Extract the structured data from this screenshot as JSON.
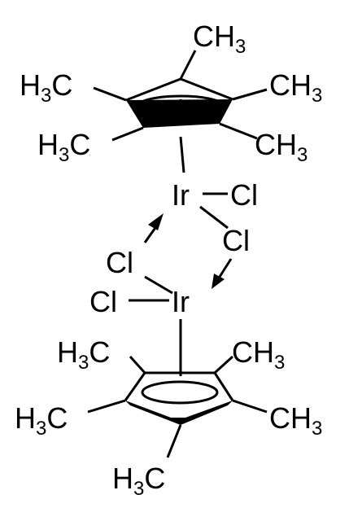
{
  "molecule": {
    "top_ligand": {
      "ch3_top": {
        "main": "CH",
        "sub": "3"
      },
      "ch3_upper_right": {
        "main": "CH",
        "sub": "3"
      },
      "h3c_upper_left": {
        "pre": "H",
        "sub": "3",
        "post": "C"
      },
      "h3c_lower_left": {
        "pre": "H",
        "sub": "3",
        "post": "C"
      },
      "ch3_lower_right": {
        "main": "CH",
        "sub": "3"
      }
    },
    "top_metal": {
      "ir": "Ir",
      "cl_terminal": "Cl",
      "cl_bridge": "Cl"
    },
    "bottom_metal": {
      "ir": "Ir",
      "cl_terminal": "Cl",
      "cl_bridge": "Cl"
    },
    "bottom_ligand": {
      "h3c_upper_left": {
        "pre": "H",
        "sub": "3",
        "post": "C"
      },
      "ch3_upper_right": {
        "main": "CH",
        "sub": "3"
      },
      "h3c_lower_left": {
        "pre": "H",
        "sub": "3",
        "post": "C"
      },
      "ch3_lower_right": {
        "main": "CH",
        "sub": "3"
      },
      "h3c_bottom": {
        "pre": "H",
        "sub": "3",
        "post": "C"
      }
    },
    "colors": {
      "ink": "#000000",
      "background": "#ffffff"
    }
  }
}
